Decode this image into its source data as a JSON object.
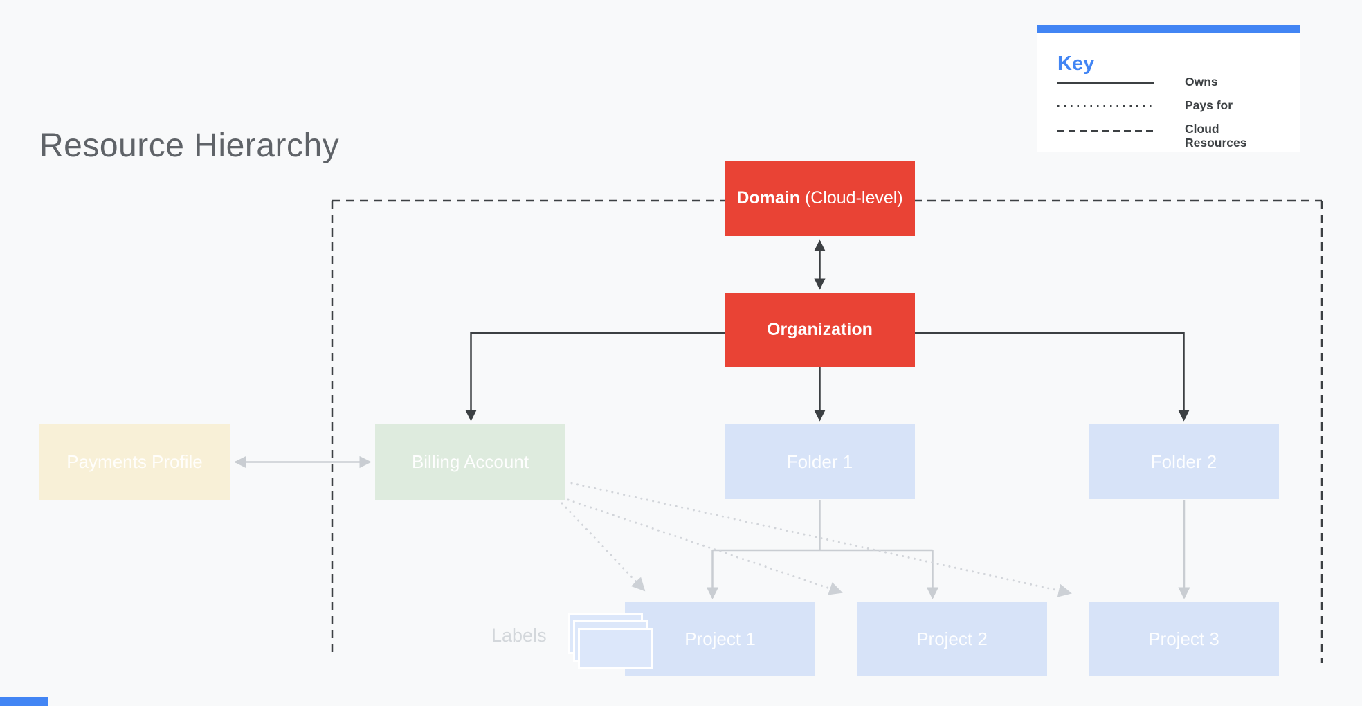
{
  "title": "Resource Hierarchy",
  "key": {
    "title": "Key",
    "items": [
      {
        "line_style": "solid",
        "label": "Owns"
      },
      {
        "line_style": "dotted",
        "label": "Pays for"
      },
      {
        "line_style": "dashed",
        "label": "Cloud Resources"
      }
    ]
  },
  "nodes": {
    "domain": {
      "label_bold": "Domain",
      "label_rest": " (Cloud-level)"
    },
    "organization": {
      "label": "Organization"
    },
    "payments_profile": {
      "label": "Payments Profile"
    },
    "billing_account": {
      "label": "Billing Account"
    },
    "folder_1": {
      "label": "Folder 1"
    },
    "folder_2": {
      "label": "Folder 2"
    },
    "project_1": {
      "label": "Project 1"
    },
    "project_2": {
      "label": "Project 2"
    },
    "project_3": {
      "label": "Project 3"
    }
  },
  "annotations": {
    "labels": "Labels"
  },
  "colors": {
    "background": "#F8F9FA",
    "node_red": "#E94335",
    "node_blue": "#D7E3F8",
    "node_green": "#DEEBDE",
    "node_tan": "#F8F0D7",
    "key_accent_blue": "#4285F4",
    "line_dark": "#3C4043",
    "line_gray": "#C9CDD2",
    "line_dotted_gray": "#D2D5DA",
    "title_gray": "#5F6368"
  }
}
